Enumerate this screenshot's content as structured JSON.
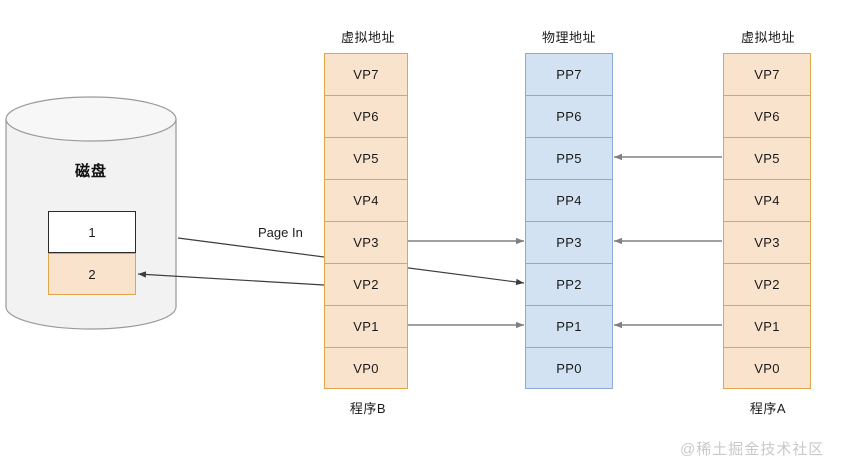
{
  "diagram": {
    "title_watermark": "@稀土掘金技术社区",
    "page_in_label": "Page In",
    "colors": {
      "virtual_fill": "#fae3cd",
      "virtual_border": "#e0a64a",
      "physical_fill": "#d2e2f3",
      "physical_border": "#8aabd0",
      "arrow_gray": "#808080",
      "arrow_dark": "#404040",
      "disk_fill": "#f2f2f2",
      "disk_border": "#9a9a9a"
    }
  },
  "disk": {
    "label": "磁盘",
    "slots": [
      {
        "name": "disk-slot-1",
        "value": "1",
        "style": "white"
      },
      {
        "name": "disk-slot-2",
        "value": "2",
        "style": "orange"
      }
    ]
  },
  "columns": [
    {
      "id": "program-b",
      "header": "虚拟地址",
      "footer": "程序B",
      "kind": "virtual",
      "cells": [
        "VP7",
        "VP6",
        "VP5",
        "VP4",
        "VP3",
        "VP2",
        "VP1",
        "VP0"
      ]
    },
    {
      "id": "physical",
      "header": "物理地址",
      "footer": "",
      "kind": "physical",
      "cells": [
        "PP7",
        "PP6",
        "PP5",
        "PP4",
        "PP3",
        "PP2",
        "PP1",
        "PP0"
      ]
    },
    {
      "id": "program-a",
      "header": "虚拟地址",
      "footer": "程序A",
      "kind": "virtual",
      "cells": [
        "VP7",
        "VP6",
        "VP5",
        "VP4",
        "VP3",
        "VP2",
        "VP1",
        "VP0"
      ]
    }
  ],
  "mappings": {
    "program_b_to_physical": [
      {
        "from": "VP3",
        "to": "PP3"
      },
      {
        "from": "VP1",
        "to": "PP1"
      }
    ],
    "program_a_to_physical": [
      {
        "from": "VP5",
        "to": "PP5"
      },
      {
        "from": "VP3",
        "to": "PP3"
      },
      {
        "from": "VP1",
        "to": "PP1"
      }
    ],
    "disk_transfers": [
      {
        "from": "disk",
        "to": "PP2",
        "label": "Page In"
      },
      {
        "from": "VP2",
        "to": "disk-slot-2",
        "label": ""
      }
    ]
  }
}
